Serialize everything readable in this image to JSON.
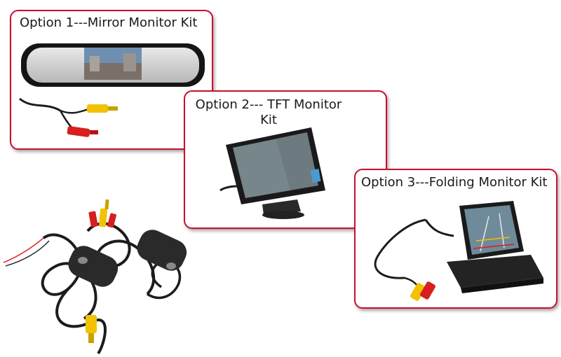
{
  "options": [
    {
      "title": "Option 1---Mirror Monitor Kit"
    },
    {
      "title": "Option 2--- TFT Monitor Kit"
    },
    {
      "title": "Option 3---Folding Monitor Kit"
    }
  ],
  "colors": {
    "border": "#c8102e",
    "cable": "#1c1c1c",
    "rca_yellow": "#f2c200",
    "rca_red": "#d81e1e",
    "wire_red": "#e23030"
  },
  "icons": [
    "mirror-monitor-image",
    "tft-monitor-image",
    "folding-monitor-image",
    "wireless-transmitter-image"
  ]
}
